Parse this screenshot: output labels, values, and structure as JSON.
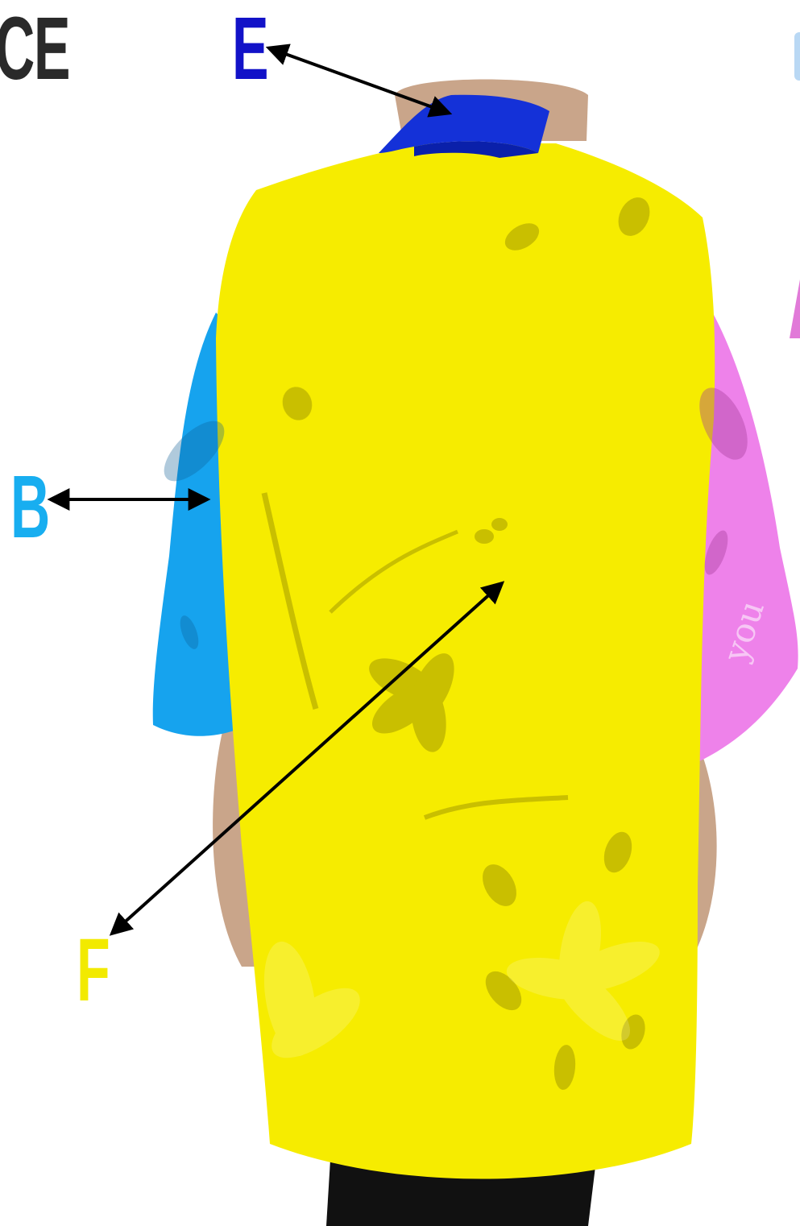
{
  "title_fragment": "CE",
  "labels": {
    "e": "E",
    "b": "B",
    "f": "F"
  },
  "colors": {
    "label_e": "#1212c8",
    "label_b": "#18aef0",
    "label_f": "#f2ea00",
    "collar": "#1431d8",
    "left_sleeve": "#16a3ee",
    "right_sleeve": "#ee82ea",
    "body": "#f6ec00",
    "pattern": "#8a8200",
    "skin": "#c9a58a",
    "pants": "#111111",
    "arrow": "#000000",
    "edge_fragment_1": "#b9d8f4",
    "edge_fragment_2": "#e17ad8"
  },
  "sleeve_text": "you"
}
